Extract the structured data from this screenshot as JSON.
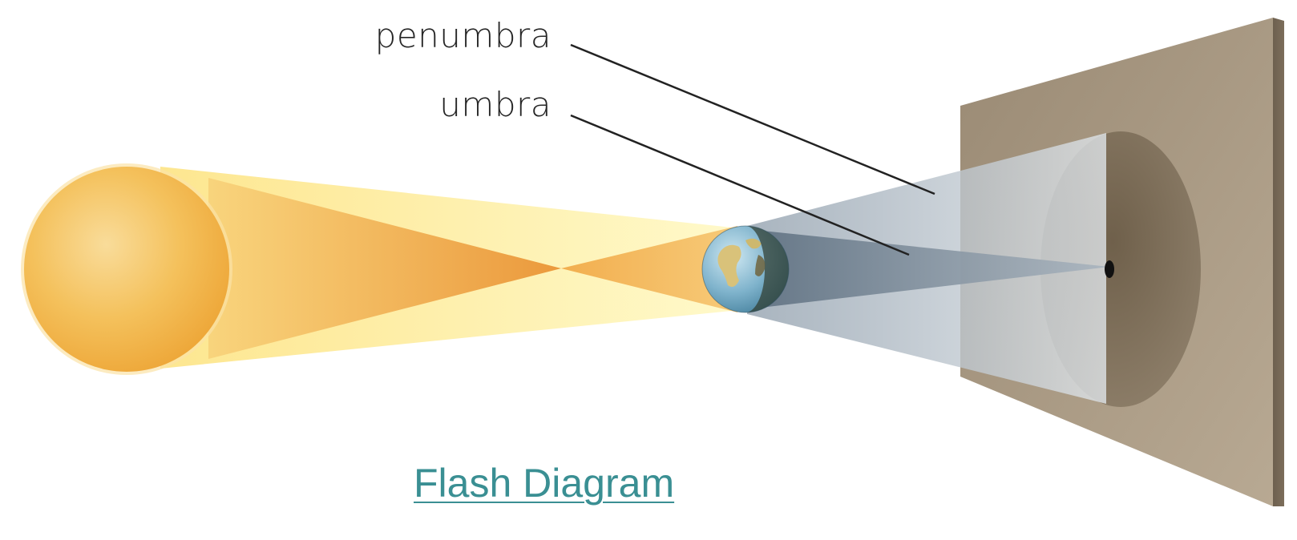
{
  "labels": {
    "penumbra": "penumbra",
    "umbra": "umbra"
  },
  "link": {
    "text": "Flash Diagram"
  },
  "colors": {
    "sun": "#f2b94a",
    "light_cone": "#fff3a8",
    "umbra_cone": "#ec9a3a",
    "shadow": "#7b8a98",
    "screen": "#8c7c66",
    "link": "#3a8f93"
  },
  "icons": {
    "sun": "sun-icon",
    "earth": "earth-globe-icon"
  }
}
